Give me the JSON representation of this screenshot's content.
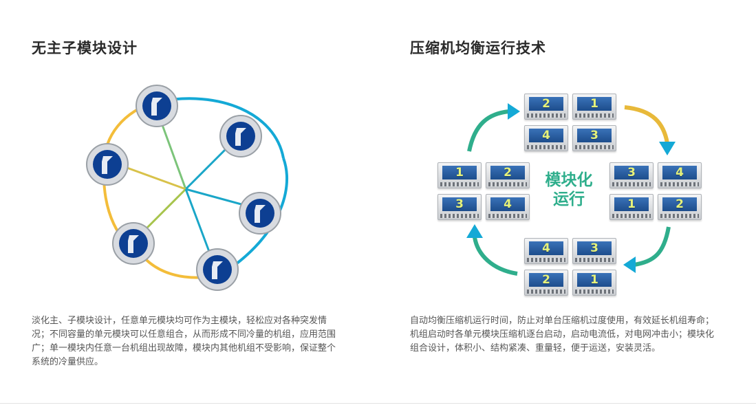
{
  "left_panel": {
    "title": "无主子模块设计",
    "description": "淡化主、子模块设计，任意单元模块均可作为主模块，轻松应对各种突发情况；不同容量的单元模块可以任意组合，从而形成不同冷量的机组，应用范围广；单一模块内任意一台机组出现故障，模块内其他机组不受影响，保证整个系统的冷量供应。"
  },
  "right_panel": {
    "title": "压缩机均衡运行技术",
    "description": "自动均衡压缩机运行时间，防止对单台压缩机过度使用，有效延长机组寿命；机组启动时各单元模块压缩机逐台启动，启动电流低，对电网冲击小；模块化组合设计，体积小、结构紧凑、重量轻，便于运送，安装灵活。",
    "center_label_line1": "模块化",
    "center_label_line2": "运行",
    "groups": {
      "top": [
        "2",
        "1",
        "4",
        "3"
      ],
      "left": [
        "1",
        "2",
        "3",
        "4"
      ],
      "right": [
        "3",
        "4",
        "1",
        "2"
      ],
      "bottom": [
        "4",
        "3",
        "2",
        "1"
      ]
    }
  },
  "colors": {
    "logo_blue": "#0d3f92",
    "ring_cyan": "#14a9d6",
    "ring_yellow": "#f3bd3a",
    "label_green": "#2fae8c"
  }
}
